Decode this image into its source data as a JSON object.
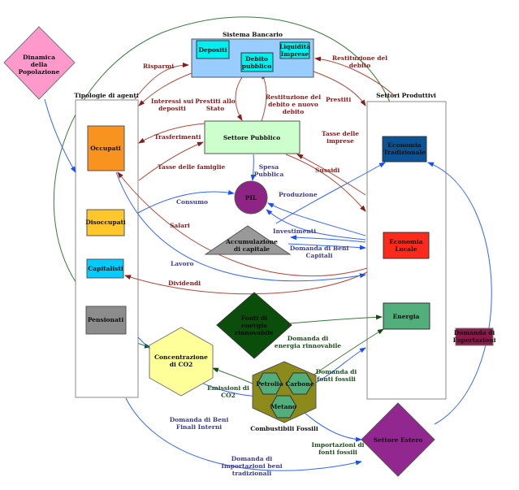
{
  "titles": {
    "agents": "Tipologie di agenti",
    "bank": "Sistema Bancario",
    "sectors": "Settori Produttivi",
    "fossil": "Combustibili Fossili"
  },
  "nodes": {
    "population": [
      "Dinamica",
      "della",
      "Popolazione"
    ],
    "occupati": "Occupati",
    "disoccupati": "Disoccupati",
    "capitalisti": "Capitalisti",
    "pensionati": "Pensionati",
    "depositi": "Depositi",
    "debito": [
      "Debito",
      "pubblico"
    ],
    "liquidita": [
      "Liquidità",
      "Imprese"
    ],
    "pubblico": "Settore Pubblico",
    "pil": "PIL",
    "accumulazione": [
      "Accumulazione",
      "di capitale"
    ],
    "tradizionale": [
      "Economia",
      "Tradizionale"
    ],
    "locale": [
      "Economia",
      "Locale"
    ],
    "energia": "Energia",
    "rinnovabili": [
      "Fonti di",
      "energia",
      "rinnovabile"
    ],
    "co2": [
      "Concentrazione",
      "di CO2"
    ],
    "petrolio": "Petrolio",
    "carbone": "Carbone",
    "metano": "Metano",
    "estero": "Settore Estero",
    "esportazioni": [
      "Domanda di",
      "Esportazioni"
    ]
  },
  "flows": {
    "risparmi": "Risparmi",
    "interessi": [
      "Interessi sui",
      "depositi"
    ],
    "prestiti_stato": [
      "Prestiti allo",
      "Stato"
    ],
    "restituzione_nuovo": [
      "Restituzione del",
      "debito e nuovo",
      "debito"
    ],
    "restituzione": [
      "Restituzione del",
      "debito"
    ],
    "prestiti": "Prestiti",
    "trasferimenti": "Trasferimenti",
    "tasse_famiglie": "Tasse delle famiglie",
    "tasse_imprese": [
      "Tasse delle",
      "imprese"
    ],
    "sussidi": "Sussidi",
    "spesa": [
      "Spesa",
      "Pubblica"
    ],
    "consumo": "Consumo",
    "produzione": "Produzione",
    "salari": "Salari",
    "investimenti": "Investimenti",
    "domanda_capitali": [
      "Domanda di Beni",
      "Capitali"
    ],
    "lavoro": "Lavoro",
    "dividendi": "Dividendi",
    "domanda_rinnovabile": [
      "Domanda di",
      "energia rinnovabile"
    ],
    "domanda_fossili": [
      "Domanda di",
      "fonti fossili"
    ],
    "emissioni": [
      "Emissioni di",
      "CO2"
    ],
    "beni_interni": [
      "Domanda di Beni",
      "Finali Interni"
    ],
    "importazioni_beni": [
      "Domanda di",
      "Importazioni beni",
      "tradizionali"
    ],
    "importazioni_fossili": [
      "Importazioni di",
      "fonti fossili"
    ]
  },
  "colors": {
    "occupati": "#f7931e",
    "disoccupati": "#ffc72c",
    "capitalisti": "#00ccff",
    "pensionati": "#8c8c8c",
    "bank": "#99ccff",
    "bank_inner": "#00f0f0",
    "pubblico": "#ccffcc",
    "pil": "#8e2586",
    "tradizionale": "#0b5394",
    "locale": "#ff2a1a",
    "energia": "#52ae7a",
    "rinnovabili": "#0b4d0b",
    "co2": "#ffff99",
    "fossil": "#8b8a1a",
    "estero": "#92278f",
    "esportazioni": "#8b1a4a",
    "population": "#ff99cc"
  }
}
